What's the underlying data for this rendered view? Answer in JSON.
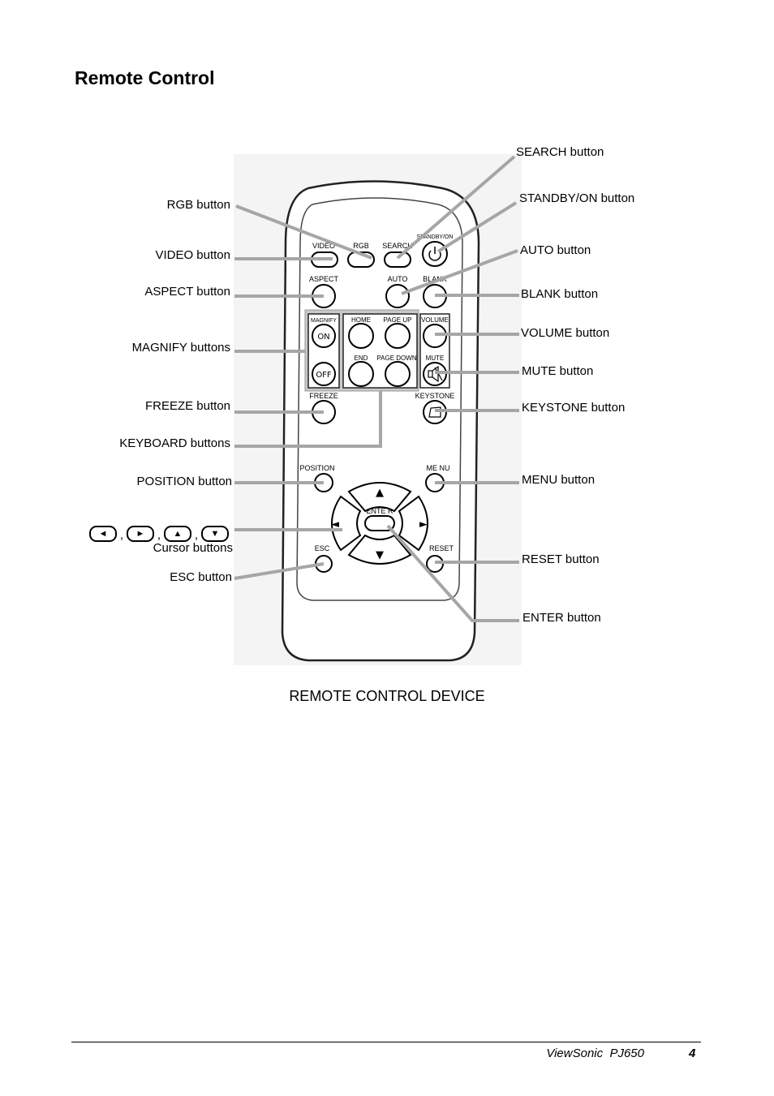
{
  "page": {
    "title": "Remote Control",
    "caption": "REMOTE CONTROL DEVICE",
    "footer_brand": "ViewSonic  PJ650",
    "footer_page": "4"
  },
  "labels_left": {
    "rgb": "RGB button",
    "video": "VIDEO button",
    "aspect": "ASPECT button",
    "magnify": "MAGNIFY buttons",
    "freeze": "FREEZE button",
    "keyboard": "KEYBOARD buttons",
    "position": "POSITION button",
    "cursor": "Cursor buttons",
    "esc": "ESC button"
  },
  "labels_right": {
    "search": "SEARCH button",
    "standby": "STANDBY/ON button",
    "auto": "AUTO button",
    "blank": "BLANK button",
    "volume": "VOLUME button",
    "mute": "MUTE button",
    "keystone": "KEYSTONE button",
    "menu": "MENU button",
    "reset": "RESET button",
    "enter": "ENTER button"
  },
  "cursor_keys": {
    "left": "◄",
    "right": "►",
    "up": "▲",
    "down": "▼",
    "separator": ","
  },
  "remote_keys": {
    "video": "VIDEO",
    "rgb": "RGB",
    "search": "SEARCH",
    "standby": "STANDBY/ON",
    "aspect": "ASPECT",
    "auto": "AUTO",
    "blank": "BLANK",
    "magnify": "MAGNIFY",
    "on": "ON",
    "off": "OFF",
    "home": "HOME",
    "page_up": "PAGE UP",
    "end": "END",
    "page_down": "PAGE DOWN",
    "volume": "VOLUME",
    "mute": "MUTE",
    "freeze": "FREEZE",
    "keystone": "KEYSTONE",
    "position": "POSITION",
    "menu": "ME NU",
    "enter": "ENTE R",
    "esc": "ESC",
    "reset": "RESET",
    "arrow_up": "▲",
    "arrow_down": "▼",
    "arrow_left": "◄",
    "arrow_right": "►"
  },
  "colors": {
    "leader_line": "#a6a6a6",
    "remote_outline": "#222222",
    "photo_bg": "#f4f4f4"
  }
}
